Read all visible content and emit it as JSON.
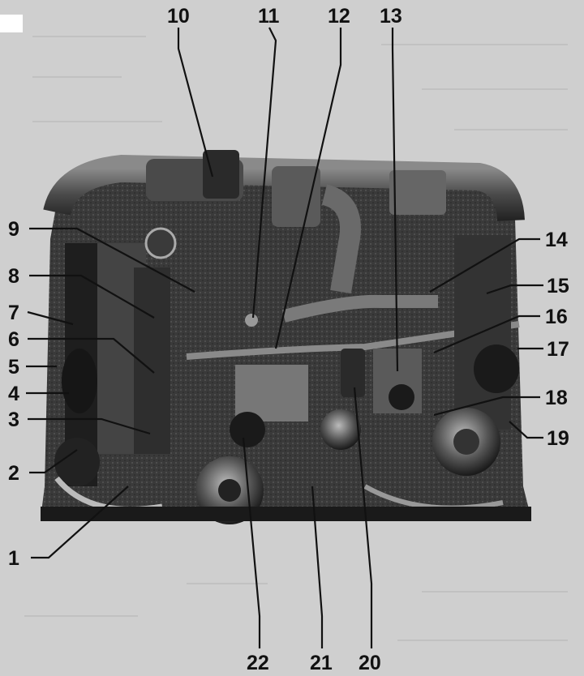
{
  "figure": {
    "callouts": [
      {
        "id": "1",
        "label": "1"
      },
      {
        "id": "2",
        "label": "2"
      },
      {
        "id": "3",
        "label": "3"
      },
      {
        "id": "4",
        "label": "4"
      },
      {
        "id": "5",
        "label": "5"
      },
      {
        "id": "6",
        "label": "6"
      },
      {
        "id": "7",
        "label": "7"
      },
      {
        "id": "8",
        "label": "8"
      },
      {
        "id": "9",
        "label": "9"
      },
      {
        "id": "10",
        "label": "10"
      },
      {
        "id": "11",
        "label": "11"
      },
      {
        "id": "12",
        "label": "12"
      },
      {
        "id": "13",
        "label": "13"
      },
      {
        "id": "14",
        "label": "14"
      },
      {
        "id": "15",
        "label": "15"
      },
      {
        "id": "16",
        "label": "16"
      },
      {
        "id": "17",
        "label": "17"
      },
      {
        "id": "18",
        "label": "18"
      },
      {
        "id": "19",
        "label": "19"
      },
      {
        "id": "20",
        "label": "20"
      },
      {
        "id": "21",
        "label": "21"
      },
      {
        "id": "22",
        "label": "22"
      }
    ],
    "colors": {
      "background": "#cfcfcf",
      "engine_dark": "#2a2a2a",
      "engine_mid": "#5a5a5a",
      "engine_light": "#9a9a9a",
      "label_ink": "#111111"
    }
  }
}
